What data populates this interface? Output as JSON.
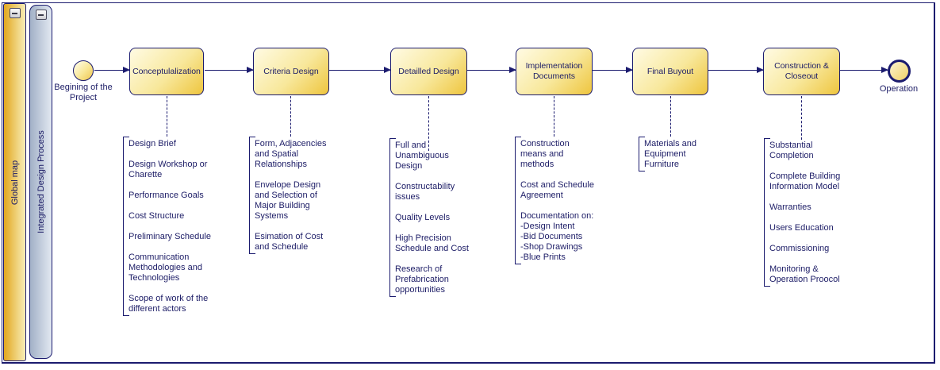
{
  "icons": {
    "collapse_glyph": "minus"
  },
  "colors": {
    "border_navy": "#1b1b6f",
    "text_navy": "#1c1c66",
    "task_fill_light": "#fffbe4",
    "task_fill_dark": "#eec53e",
    "bar_yellow_dark": "#e2a71f",
    "bar_yellow_light": "#f8eeb7",
    "bar_blue_dark": "#a2b1c7",
    "bar_blue_light": "#e2e8f1"
  },
  "pools": {
    "global_map": "Global map",
    "process": "Integrated Design Process"
  },
  "process": {
    "start_label": "Begining of the\nProject",
    "end_label": "Operation",
    "tasks": [
      {
        "label": "Conceptulalization",
        "notes": [
          "Design Brief",
          "Design Workshop or\nCharette",
          "Performance Goals",
          "Cost Structure",
          "Preliminary Schedule",
          "Communication\nMethodologies and\nTechnologies",
          "Scope of work of the\ndifferent actors"
        ]
      },
      {
        "label": "Criteria Design",
        "notes": [
          "Form, Adjacencies\nand Spatial\nRelationships",
          "Envelope Design\nand Selection of\nMajor Building\nSystems",
          "Esimation of Cost\nand Schedule"
        ]
      },
      {
        "label": "Detailled Design",
        "notes": [
          "Full and\nUnambiguous\nDesign",
          "Constructability\nissues",
          "Quality Levels",
          "High Precision\nSchedule and Cost",
          "Research of\nPrefabrication\nopportunities"
        ]
      },
      {
        "label": "Implementation\nDocuments",
        "notes": [
          "Construction\nmeans and\nmethods",
          "Cost and Schedule\nAgreement",
          "Documentation on:\n-Design Intent\n-Bid Documents\n-Shop Drawings\n-Blue Prints"
        ]
      },
      {
        "label": "Final Buyout",
        "notes": [
          "Materials and\nEquipment\nFurniture"
        ]
      },
      {
        "label": "Construction &\nCloseout",
        "notes": [
          "Substantial\nCompletion",
          "Complete Building\nInformation Model",
          "Warranties",
          "Users Education",
          "Commissioning",
          "Monitoring &\nOperation Proocol"
        ]
      }
    ]
  }
}
